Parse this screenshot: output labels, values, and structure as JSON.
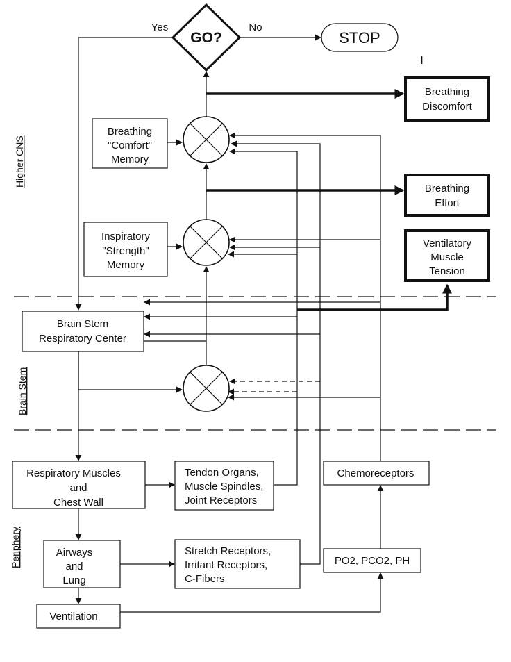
{
  "decision": {
    "label": "GO?",
    "yes_label": "Yes",
    "no_label": "No"
  },
  "stop": {
    "label": "STOP"
  },
  "sections": {
    "higher": "Higher CNS",
    "brainstem": "Brain Stem",
    "periphery": "Periphery"
  },
  "outputs": {
    "discomfort": [
      "Breathing",
      "Discomfort"
    ],
    "effort": [
      "Breathing",
      "Effort"
    ],
    "tension": [
      "Ventilatory",
      "Muscle",
      "Tension"
    ]
  },
  "memories": {
    "comfort": [
      "Breathing",
      "\"Comfort\"",
      "Memory"
    ],
    "strength": [
      "Inspiratory",
      "\"Strength\"",
      "Memory"
    ]
  },
  "boxes": {
    "brainstem_center": [
      "Brain Stem",
      "Respiratory Center"
    ],
    "resp_muscles": [
      "Respiratory Muscles",
      "and",
      "Chest Wall"
    ],
    "tendon": [
      "Tendon Organs,",
      "Muscle Spindles,",
      "Joint Receptors"
    ],
    "chemo": [
      "Chemoreceptors"
    ],
    "airways": [
      "Airways",
      "and",
      "Lung"
    ],
    "stretch": [
      "Stretch Receptors,",
      "Irritant Receptors,",
      "C-Fibers"
    ],
    "blood": [
      "PO2, PCO2, PH"
    ],
    "ventilation": [
      "Ventilation"
    ]
  },
  "stray_mark": "l"
}
